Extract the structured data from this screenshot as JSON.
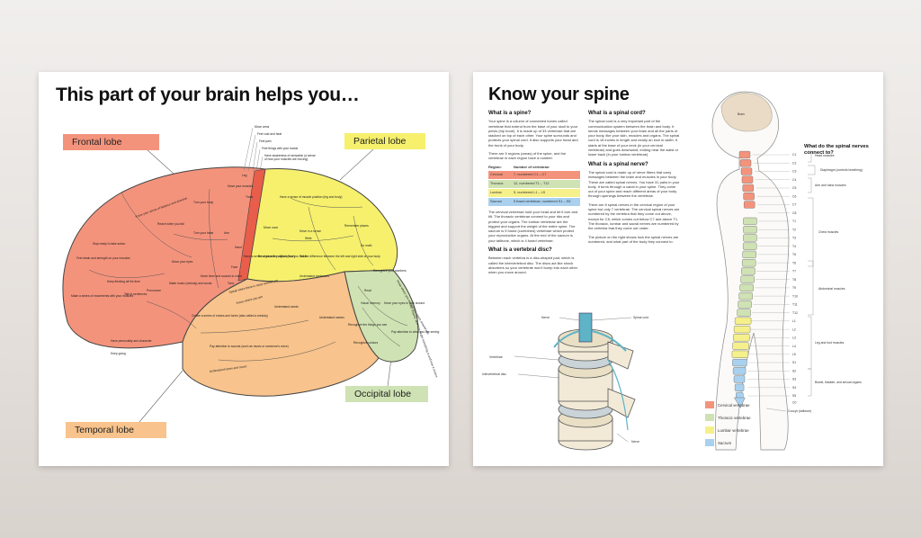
{
  "brain": {
    "title": "This part of your brain helps you…",
    "lobes": {
      "frontal": "Frontal lobe",
      "parietal": "Parietal lobe",
      "occipital": "Occipital lobe",
      "temporal": "Temporal lobe"
    },
    "top_notes": [
      "Move arms",
      "Feel cold and heat",
      "Feel pain",
      "Feel things with your hands",
      "Have awareness of sensation (a sense",
      "of how your muscles are moving)"
    ],
    "frontal_areas": [
      "Know your sense of balance and direction",
      "Turn your body",
      "Reach when you fall",
      "Turn your head",
      "Stay ready to take action",
      "Feel strain and strength on your muscles",
      "Move your eyes",
      "Keep thinking all the time",
      "Talk in sentences",
      "Pronounce",
      "Make music (melody) and words",
      "Make a series of movements with your muscles",
      "Have personality and character",
      "Keep going",
      "Move lines and sounds to voice",
      "Leg",
      "Move your muscles",
      "Trunk",
      "Arm",
      "Hand",
      "Face",
      "Tone"
    ],
    "parietal_areas": [
      "Have a sense of muscle position (leg and body)",
      "Move once",
      "Move in a sense",
      "Write",
      "Remember places",
      "Do math",
      "Have a sense of muscle position (face)",
      "Recognize the objects that you touch",
      "Tell the difference between the left and right side of your body",
      "Understand sentences"
    ],
    "temporal_areas": [
      "Speak when there is noise around you",
      "Know where you are",
      "Understand words",
      "Create a series of noises and tones (also called a melody)",
      "Understand names",
      "Pay attention to sounds (such as music or someone's voice)",
      "Understand tones and music"
    ],
    "occipital_areas": [
      "Recognize your numbers",
      "Read",
      "Visual memory",
      "Recognize the things you see",
      "Know where you are and the space around you",
      "Move your eyes to look around",
      "Recognize colours",
      "See shapes, and how bright something is and how it moves",
      "Pay attention to what you are seeing"
    ]
  },
  "spine": {
    "title": "Know your spine",
    "col1": {
      "h1": "What is a spine?",
      "p1": "Your spine is a column of connected bones called vertebrae that extend from the base of your skull to your pelvis (hip bone). It is made up of 33 vertebrae that are stacked on top of each other. Your spine surrounds and protects your spinal cord. It also supports your head and the trunk of your body.",
      "p2": "There are 5 regions (areas) of the spine, and the vertebrae in each region have a number.",
      "region_header": "Region:",
      "number_header": "Number of vertebrae:",
      "regions": [
        {
          "name": "Cervical",
          "count": "7, numbered C1 – C7",
          "color": "#f4937c"
        },
        {
          "name": "Thoracic",
          "count": "12, numbered T1 – T12",
          "color": "#cfe2b3"
        },
        {
          "name": "Lumbar",
          "count": "5, numbered L1 – L5",
          "color": "#f6f08a"
        },
        {
          "name": "Sacrum",
          "count": "5 fused vertebrae, numbered S1 – S5",
          "color": "#a9d1ef"
        }
      ],
      "p3": "The cervical vertebrae hold your head and let it turn and tilt. The thoracic vertebrae connect to your ribs and protect your organs. The lumbar vertebrae are the biggest and support the weight of the entire spine. The sacrum is 5 fused (combined) vertebrae which protect your reproductive organs. At the end of the sacrum is your tailbone, which is 4 fused vertebrae.",
      "h2": "What is a vertebral disc?",
      "p4": "Between each vertebra is a disc-shaped pad, which is called the intervertebral disc. The discs act like shock absorbers so your vertebrae won't bump into each other when you move around."
    },
    "col2": {
      "h1": "What is a spinal cord?",
      "p1": "The spinal cord is a very important part of the communication system between the brain and body. It sends messages between your brain and all the parts of your body, like your skin, muscles and organs. The spinal cord is 18 inches in length and nearly an inch in width. It starts at the base of your neck (in your cervical vertebrae) and goes downward, ending near the waist or lower back (in your lumbar vertebrae).",
      "h2": "What is a spinal nerve?",
      "p2": "The spinal cord is made up of nerve fibers that carry messages between the brain and muscles in your body. These are called spinal nerves. You have 31 pairs in your body. It turns through a canal in your spine. They come out of your spine and reach different areas of your body through openings between the vertebrae.",
      "p3": "There are 8 spinal nerves in the cervical region of your spine but only 7 vertebrae. The cervical spinal nerves are numbered by the vertebra that they come out above, except for C8, which comes out below C7 and above T1. The thoracic, lumbar and sacral nerves are numbered by the vertebra that they come out under.",
      "p4": "The picture on the right shows how the spinal nerves are numbered, and what part of the body they connect to."
    },
    "disc_labels": {
      "nerve_top": "Nerve",
      "spinal_cord": "Spinal cord",
      "vertebrae": "Vertebrae",
      "intervertebral_disc": "Intervertebral disc",
      "nerve_bottom": "Nerve"
    },
    "brain_label": "Brain",
    "connect_heading": "What do the spinal nerves connect to?",
    "nerve_labels": [
      "C1",
      "C2",
      "C3",
      "C4",
      "C5",
      "C6",
      "C7",
      "C8",
      "T1",
      "T2",
      "T3",
      "T4",
      "T5",
      "T6",
      "T7",
      "T8",
      "T9",
      "T10",
      "T11",
      "T12",
      "L1",
      "L2",
      "L3",
      "L4",
      "L5",
      "S1",
      "S2",
      "S3",
      "S4",
      "S5",
      "C0"
    ],
    "body_parts": [
      "Head muscles",
      "Diaphragm (controls breathing)",
      "Arm and hand muscles",
      "Chest muscles",
      "Abdominal muscles",
      "Leg and foot muscles",
      "Bowel, bladder, and sexual organs",
      "Coccyx (tailbone)"
    ],
    "legend": [
      {
        "label": "Cervical vertebrae",
        "color": "#f4937c"
      },
      {
        "label": "Thoracic vertebrae",
        "color": "#cfe2b3"
      },
      {
        "label": "Lumbar vertebrae",
        "color": "#f6f08a"
      },
      {
        "label": "Sacrum",
        "color": "#a9d1ef"
      }
    ]
  }
}
